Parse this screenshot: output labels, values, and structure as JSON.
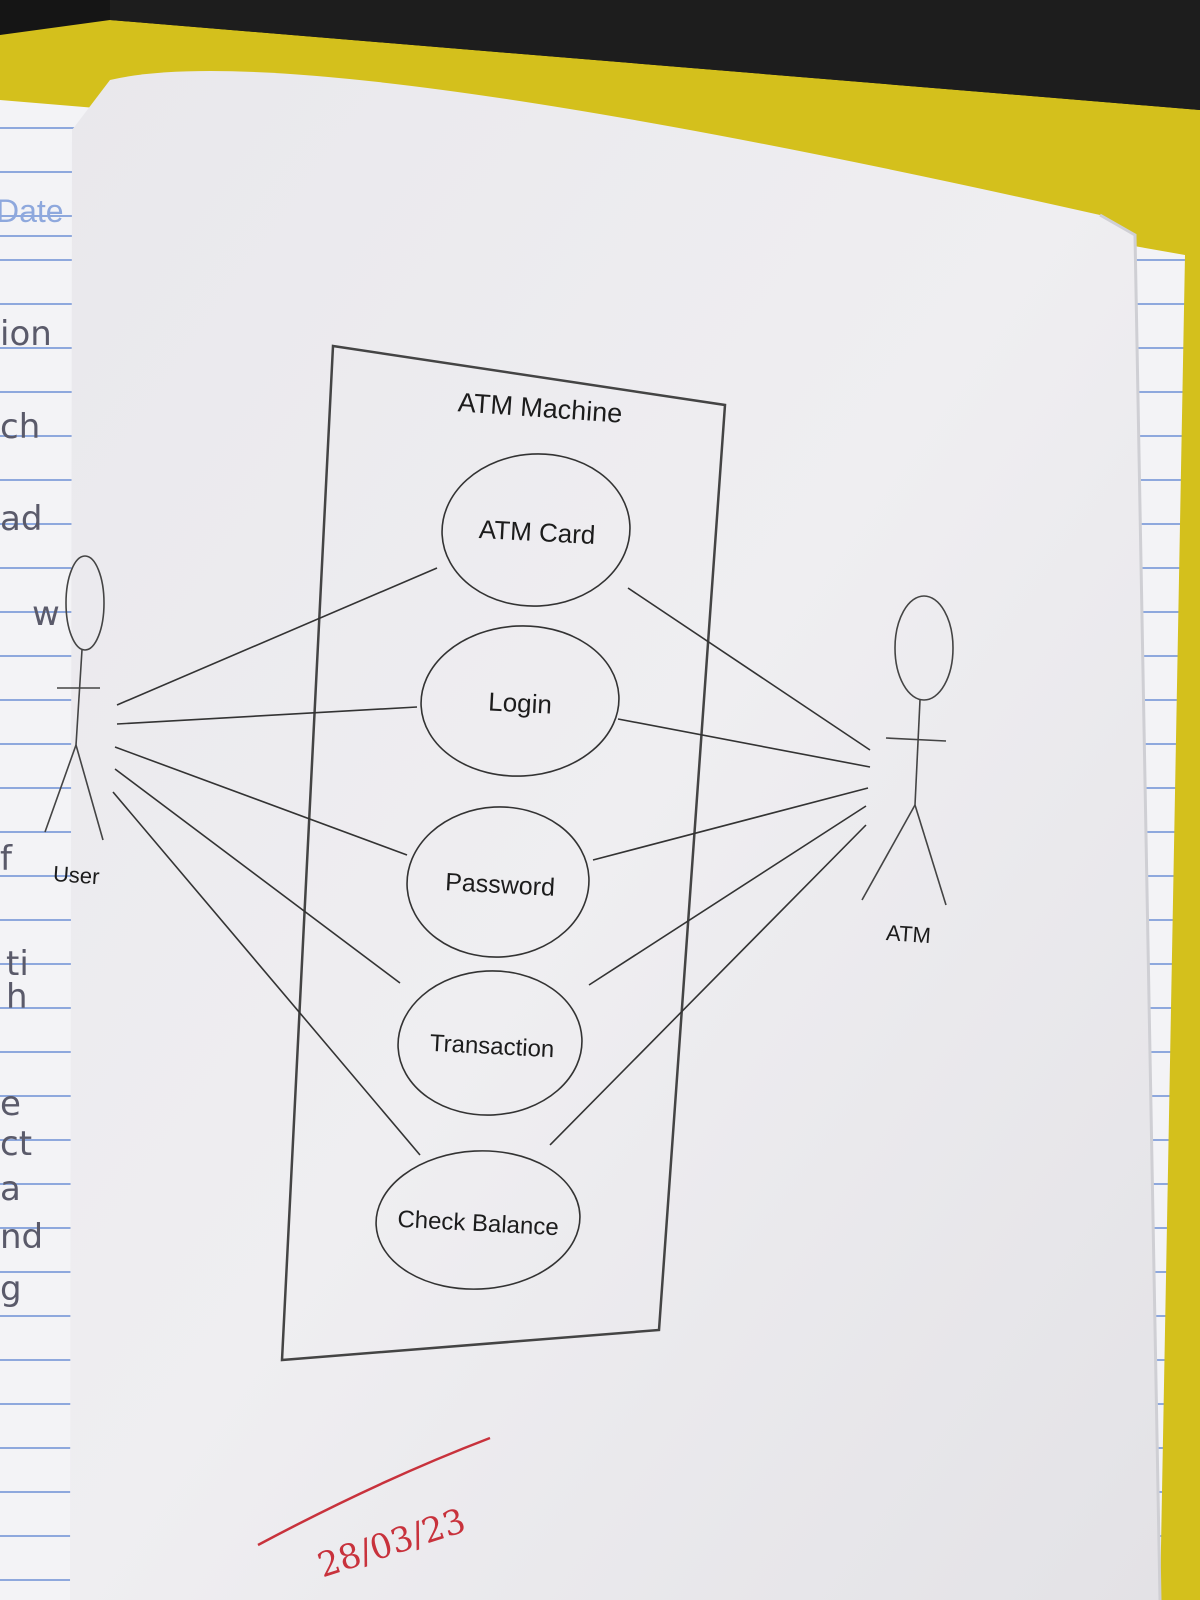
{
  "diagram": {
    "system_title": "ATM Machine",
    "actors": [
      {
        "id": "user",
        "label": "User"
      },
      {
        "id": "atm",
        "label": "ATM"
      }
    ],
    "use_cases": [
      {
        "id": "atm-card",
        "label": "ATM Card"
      },
      {
        "id": "login",
        "label": "Login"
      },
      {
        "id": "password",
        "label": "Password"
      },
      {
        "id": "transaction",
        "label": "Transaction"
      },
      {
        "id": "check-balance",
        "label": "Check Balance"
      }
    ],
    "associations": [
      {
        "actor": "user",
        "use_case": "atm-card"
      },
      {
        "actor": "user",
        "use_case": "login"
      },
      {
        "actor": "user",
        "use_case": "password"
      },
      {
        "actor": "user",
        "use_case": "transaction"
      },
      {
        "actor": "user",
        "use_case": "check-balance"
      },
      {
        "actor": "atm",
        "use_case": "atm-card"
      },
      {
        "actor": "atm",
        "use_case": "login"
      },
      {
        "actor": "atm",
        "use_case": "password"
      },
      {
        "actor": "atm",
        "use_case": "transaction"
      },
      {
        "actor": "atm",
        "use_case": "check-balance"
      }
    ]
  },
  "notebook": {
    "date_label": "Date",
    "margin_fragments": [
      "ion",
      "ch",
      "ad",
      "w",
      "f",
      "ti",
      "h",
      "e",
      "ct",
      "a",
      "nd",
      "g"
    ]
  },
  "annotation": {
    "handwritten_date": "28/03/23",
    "ink_color": "#c8323c"
  },
  "colors": {
    "paper": "#ecebee",
    "folder": "#d8c41a",
    "notebook_line": "#8ea8dd"
  }
}
